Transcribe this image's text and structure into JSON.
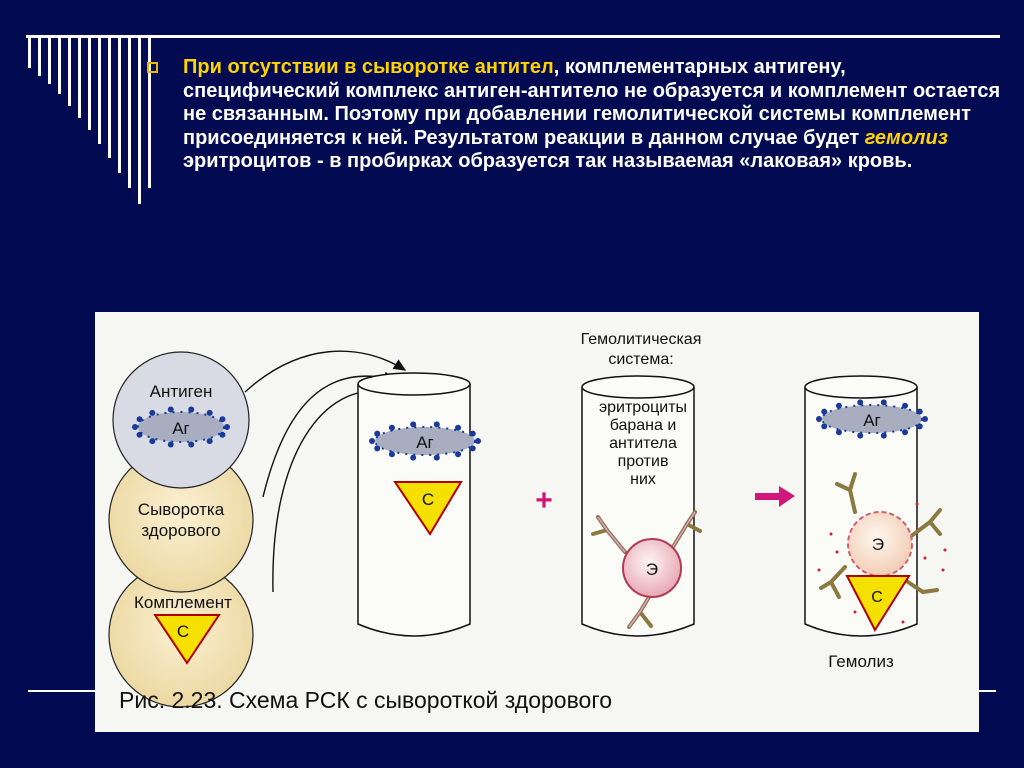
{
  "slide": {
    "text_part1": "При отсутствии в сыворотке антител",
    "text_part2": ", комплементарных антигену, специфический комплекс антиген-антитело не образуется и комплемент остается не связанным. Поэтому при добавлении гемолитической системы комплемент присоединяется к ней. Результатом реакции в данном случае будет ",
    "text_part3": "гемолиз",
    "text_part4": " эритроцитов - в пробирках образуется так называемая «лаковая» кровь."
  },
  "figure": {
    "antigen_label": "Антиген",
    "ag_symbol": "Аг",
    "serum_label_line1": "Сыворотка",
    "serum_label_line2": "здорового",
    "complement_label": "Комплемент",
    "c_symbol": "С",
    "hemolytic_line1": "Гемолитическая",
    "hemolytic_line2": "система:",
    "erythro_line1": "эритроциты",
    "erythro_line2": "барана и",
    "erythro_line3": "антитела",
    "erythro_line4": "против",
    "erythro_line5": "них",
    "e_symbol": "Э",
    "plus_symbol": "+",
    "hemolysis_label": "Гемолиз",
    "caption": "Рис. 2.23. Схема РСК с сывороткой здорового"
  },
  "colors": {
    "background": "#020b52",
    "highlight": "#ffd200",
    "arrow": "#d0177a",
    "triangle": "#f5e000",
    "dots": "#1a3a9a"
  }
}
